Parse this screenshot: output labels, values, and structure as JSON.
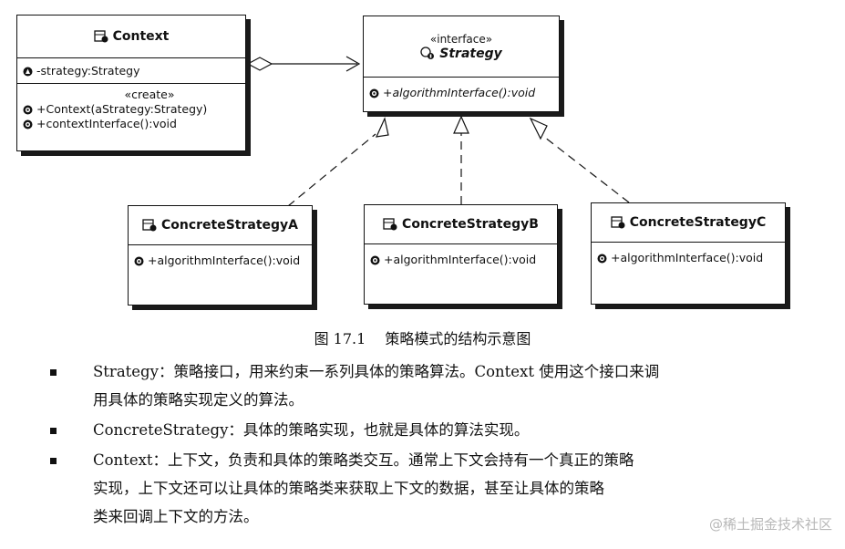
{
  "context": {
    "name": "Context",
    "attribute": "-strategy:Strategy",
    "stereotype": "«create»",
    "constructor": "+Context(aStrategy:Strategy)",
    "method": "+contextInterface():void"
  },
  "strategy": {
    "stereotype": "«interface»",
    "name": "Strategy",
    "method": "+algorithmInterface():void"
  },
  "concrete_a": {
    "name": "ConcreteStrategyA",
    "method": "+algorithmInterface():void"
  },
  "concrete_b": {
    "name": "ConcreteStrategyB",
    "method": "+algorithmInterface():void"
  },
  "concrete_c": {
    "name": "ConcreteStrategyC",
    "method": "+algorithmInterface():void"
  },
  "caption": {
    "number": "图 17.1",
    "text": "策略模式的结构示意图"
  },
  "bullets": [
    {
      "line1": "Strategy：策略接口，用来约束一系列具体的策略算法。Context 使用这个接口来调",
      "line2": "用具体的策略实现定义的算法。",
      "line3": ""
    },
    {
      "line1": "ConcreteStrategy：具体的策略实现，也就是具体的算法实现。",
      "line2": "",
      "line3": ""
    },
    {
      "line1": "Context：上下文，负责和具体的策略类交互。通常上下文会持有一个真正的策略",
      "line2": "实现，上下文还可以让具体的策略类来获取上下文的数据，甚至让具体的策略",
      "line3": "类来回调上下文的方法。"
    }
  ],
  "watermark": "@稀土掘金技术社区",
  "icons": [
    "class-icon",
    "interface-icon",
    "operation-icon",
    "attribute-icon"
  ]
}
